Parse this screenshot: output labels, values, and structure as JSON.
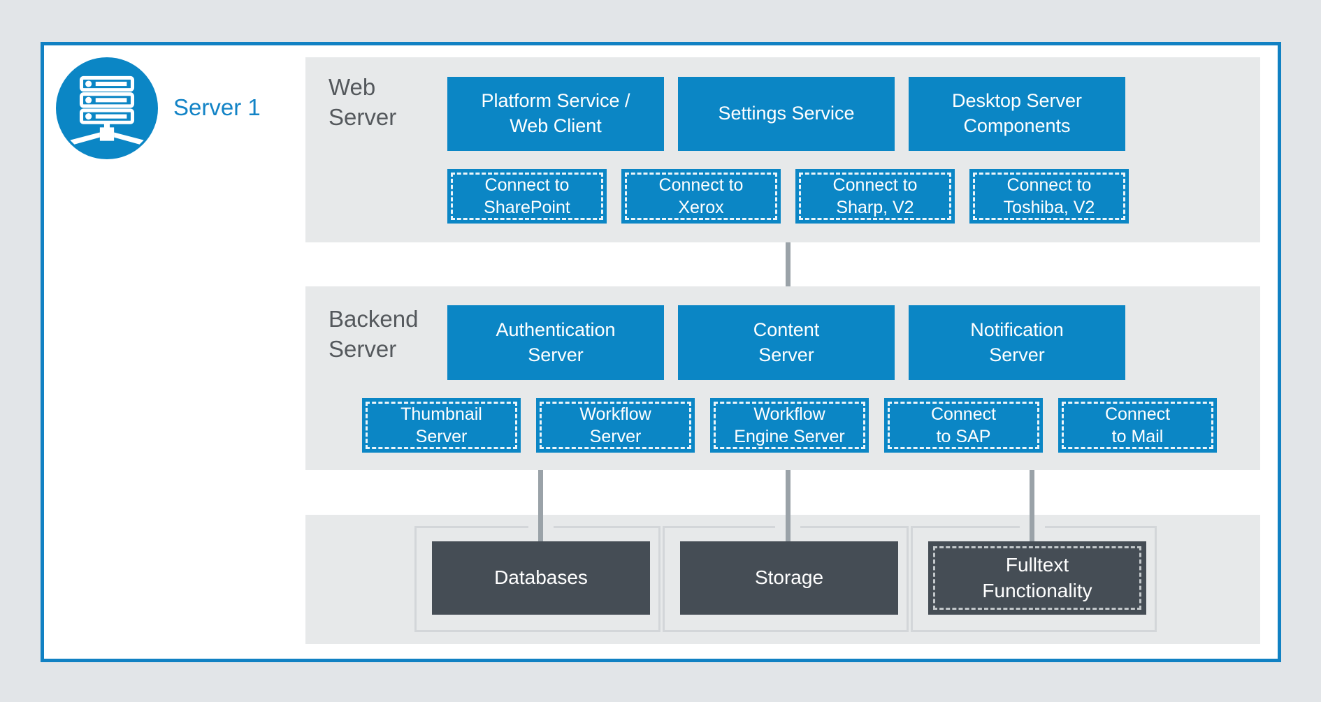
{
  "window": {
    "background": "#e2e5e8",
    "card_border": "#1181c3"
  },
  "colors": {
    "accent_blue": "#0b86c5",
    "dark_slate": "#454d55",
    "section_gray": "#e7e9ea",
    "connector_gray": "#9aa2a8",
    "frame_border": "#d3d6d9",
    "label_gray": "#54585c"
  },
  "server": {
    "label": "Server 1",
    "icon": "server-rack-icon"
  },
  "sections": {
    "web": {
      "label": "Web\nServer",
      "services": [
        {
          "label": "Platform Service /\nWeb Client"
        },
        {
          "label": "Settings Service"
        },
        {
          "label": "Desktop Server\nComponents"
        }
      ],
      "connectors": [
        {
          "label": "Connect to\nSharePoint"
        },
        {
          "label": "Connect to\nXerox"
        },
        {
          "label": "Connect to\nSharp, V2"
        },
        {
          "label": "Connect to\nToshiba, V2"
        }
      ]
    },
    "backend": {
      "label": "Backend\nServer",
      "services": [
        {
          "label": "Authentication\nServer"
        },
        {
          "label": "Content\nServer"
        },
        {
          "label": "Notification\nServer"
        }
      ],
      "connectors": [
        {
          "label": "Thumbnail\nServer"
        },
        {
          "label": "Workflow\nServer"
        },
        {
          "label": "Workflow\nEngine Server"
        },
        {
          "label": "Connect\nto SAP"
        },
        {
          "label": "Connect\nto Mail"
        }
      ]
    },
    "storage": {
      "items": [
        {
          "label": "Databases",
          "style": "solid"
        },
        {
          "label": "Storage",
          "style": "solid"
        },
        {
          "label": "Fulltext\nFunctionality",
          "style": "dashed"
        }
      ]
    }
  }
}
